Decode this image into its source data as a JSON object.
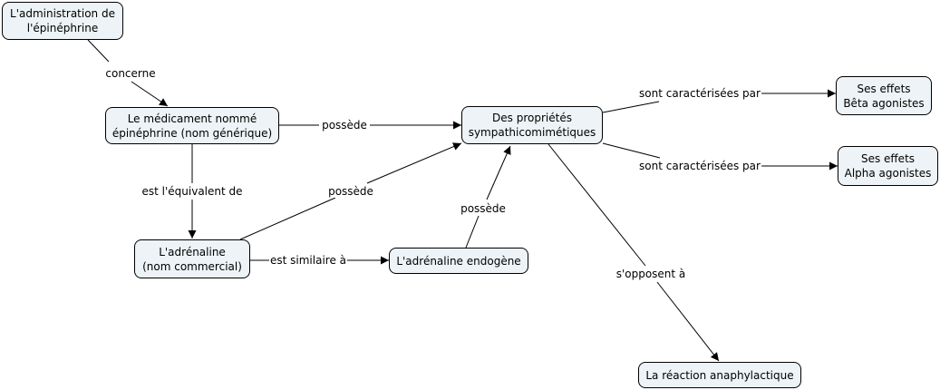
{
  "diagram": {
    "type": "concept-map",
    "colors": {
      "node_fill": "#edf3f6",
      "stroke": "#000000",
      "background": "#ffffff"
    },
    "nodes": [
      {
        "id": "administration",
        "label": "L'administration de\nl'épinéphrine"
      },
      {
        "id": "medicament",
        "label": "Le médicament nommé\népinéphrine (nom générique)"
      },
      {
        "id": "proprietes",
        "label": "Des propriétés\nsympathicomimétiques"
      },
      {
        "id": "beta",
        "label": "Ses effets\nBêta agonistes"
      },
      {
        "id": "alpha",
        "label": "Ses effets\nAlpha agonistes"
      },
      {
        "id": "adrenaline",
        "label": "L'adrénaline\n(nom commercial)"
      },
      {
        "id": "endogene",
        "label": "L'adrénaline endogène"
      },
      {
        "id": "anaphylactique",
        "label": "La réaction anaphylactique"
      }
    ],
    "links": [
      {
        "id": "concerne",
        "label": "concerne",
        "from": "administration",
        "to": "medicament"
      },
      {
        "id": "possede-1",
        "label": "possède",
        "from": "medicament",
        "to": "proprietes"
      },
      {
        "id": "equivalent",
        "label": "est l'équivalent de",
        "from": "medicament",
        "to": "adrenaline"
      },
      {
        "id": "possede-2",
        "label": "possède",
        "from": "adrenaline",
        "to": "proprietes"
      },
      {
        "id": "similaire",
        "label": "est similaire à",
        "from": "adrenaline",
        "to": "endogene"
      },
      {
        "id": "possede-3",
        "label": "possède",
        "from": "endogene",
        "to": "proprietes"
      },
      {
        "id": "caracterisees-beta",
        "label": "sont caractérisées par",
        "from": "proprietes",
        "to": "beta"
      },
      {
        "id": "caracterisees-alpha",
        "label": "sont caractérisées par",
        "from": "proprietes",
        "to": "alpha"
      },
      {
        "id": "opposent",
        "label": "s'opposent à",
        "from": "proprietes",
        "to": "anaphylactique"
      }
    ]
  }
}
